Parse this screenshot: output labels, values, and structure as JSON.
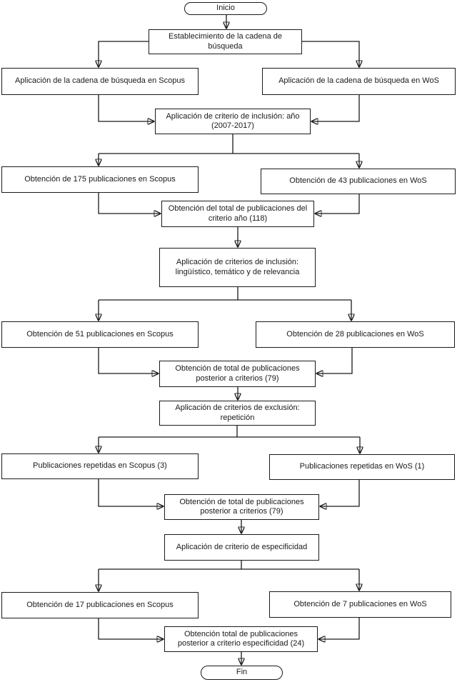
{
  "diagram": {
    "type": "flowchart",
    "language": "es",
    "line_color": "#1a1a1a",
    "background_color": "#ffffff",
    "nodes": {
      "start": {
        "label": "Inicio",
        "shape": "terminator"
      },
      "search_string": {
        "label": "Establecimiento de la cadena de búsqueda",
        "shape": "process"
      },
      "scopus_search": {
        "label": "Aplicación de la cadena de búsqueda en Scopus",
        "shape": "process"
      },
      "wos_search": {
        "label": "Aplicación de la cadena de búsqueda en WoS",
        "shape": "process"
      },
      "year_criterion": {
        "label": "Aplicación de criterio de inclusión: año (2007-2017)",
        "shape": "process"
      },
      "scopus_175": {
        "label": "Obtención de 175 publicaciones en Scopus",
        "shape": "process"
      },
      "wos_43": {
        "label": "Obtención de 43 publicaciones en WoS",
        "shape": "process"
      },
      "total_year": {
        "label": "Obtención del total de publicaciones del criterio año (118)",
        "shape": "process"
      },
      "inclusion_criteria": {
        "label": "Aplicación de criterios de inclusión: lingüístico, temático y de relevancia",
        "shape": "process"
      },
      "scopus_51": {
        "label": "Obtención de 51 publicaciones en Scopus",
        "shape": "process"
      },
      "wos_28": {
        "label": "Obtención de 28 publicaciones en WoS",
        "shape": "process"
      },
      "total_criteria_first": {
        "label": "Obtención de total de publicaciones posterior a criterios (79)",
        "shape": "process"
      },
      "exclusion_criteria": {
        "label": "Aplicación de criterios de exclusión: repetición",
        "shape": "process"
      },
      "scopus_repeated": {
        "label": "Publicaciones repetidas en Scopus (3)",
        "shape": "process"
      },
      "wos_repeated": {
        "label": "Publicaciones repetidas en WoS (1)",
        "shape": "process"
      },
      "total_criteria_second": {
        "label": "Obtención de total de publicaciones posterior a criterios (79)",
        "shape": "process"
      },
      "specificity_criterion": {
        "label": "Aplicación de criterio de especificidad",
        "shape": "process"
      },
      "scopus_17": {
        "label": "Obtención de 17 publicaciones en Scopus",
        "shape": "process"
      },
      "wos_7": {
        "label": "Obtención de 7 publicaciones en WoS",
        "shape": "process"
      },
      "total_specificity": {
        "label": "Obtención total de publicaciones posterior a criterio especificidad (24)",
        "shape": "process"
      },
      "end": {
        "label": "Fin",
        "shape": "terminator"
      }
    },
    "edges": [
      {
        "from": "start",
        "to": "search_string"
      },
      {
        "from": "search_string",
        "to": "scopus_search"
      },
      {
        "from": "search_string",
        "to": "wos_search"
      },
      {
        "from": "scopus_search",
        "to": "year_criterion"
      },
      {
        "from": "wos_search",
        "to": "year_criterion"
      },
      {
        "from": "year_criterion",
        "to": "scopus_175"
      },
      {
        "from": "year_criterion",
        "to": "wos_43"
      },
      {
        "from": "scopus_175",
        "to": "total_year"
      },
      {
        "from": "wos_43",
        "to": "total_year"
      },
      {
        "from": "total_year",
        "to": "inclusion_criteria"
      },
      {
        "from": "inclusion_criteria",
        "to": "scopus_51"
      },
      {
        "from": "inclusion_criteria",
        "to": "wos_28"
      },
      {
        "from": "scopus_51",
        "to": "total_criteria_first"
      },
      {
        "from": "wos_28",
        "to": "total_criteria_first"
      },
      {
        "from": "total_criteria_first",
        "to": "exclusion_criteria"
      },
      {
        "from": "exclusion_criteria",
        "to": "scopus_repeated"
      },
      {
        "from": "exclusion_criteria",
        "to": "wos_repeated"
      },
      {
        "from": "scopus_repeated",
        "to": "total_criteria_second"
      },
      {
        "from": "wos_repeated",
        "to": "total_criteria_second"
      },
      {
        "from": "total_criteria_second",
        "to": "specificity_criterion"
      },
      {
        "from": "specificity_criterion",
        "to": "scopus_17"
      },
      {
        "from": "specificity_criterion",
        "to": "wos_7"
      },
      {
        "from": "scopus_17",
        "to": "total_specificity"
      },
      {
        "from": "wos_7",
        "to": "total_specificity"
      },
      {
        "from": "total_specificity",
        "to": "end"
      }
    ]
  }
}
